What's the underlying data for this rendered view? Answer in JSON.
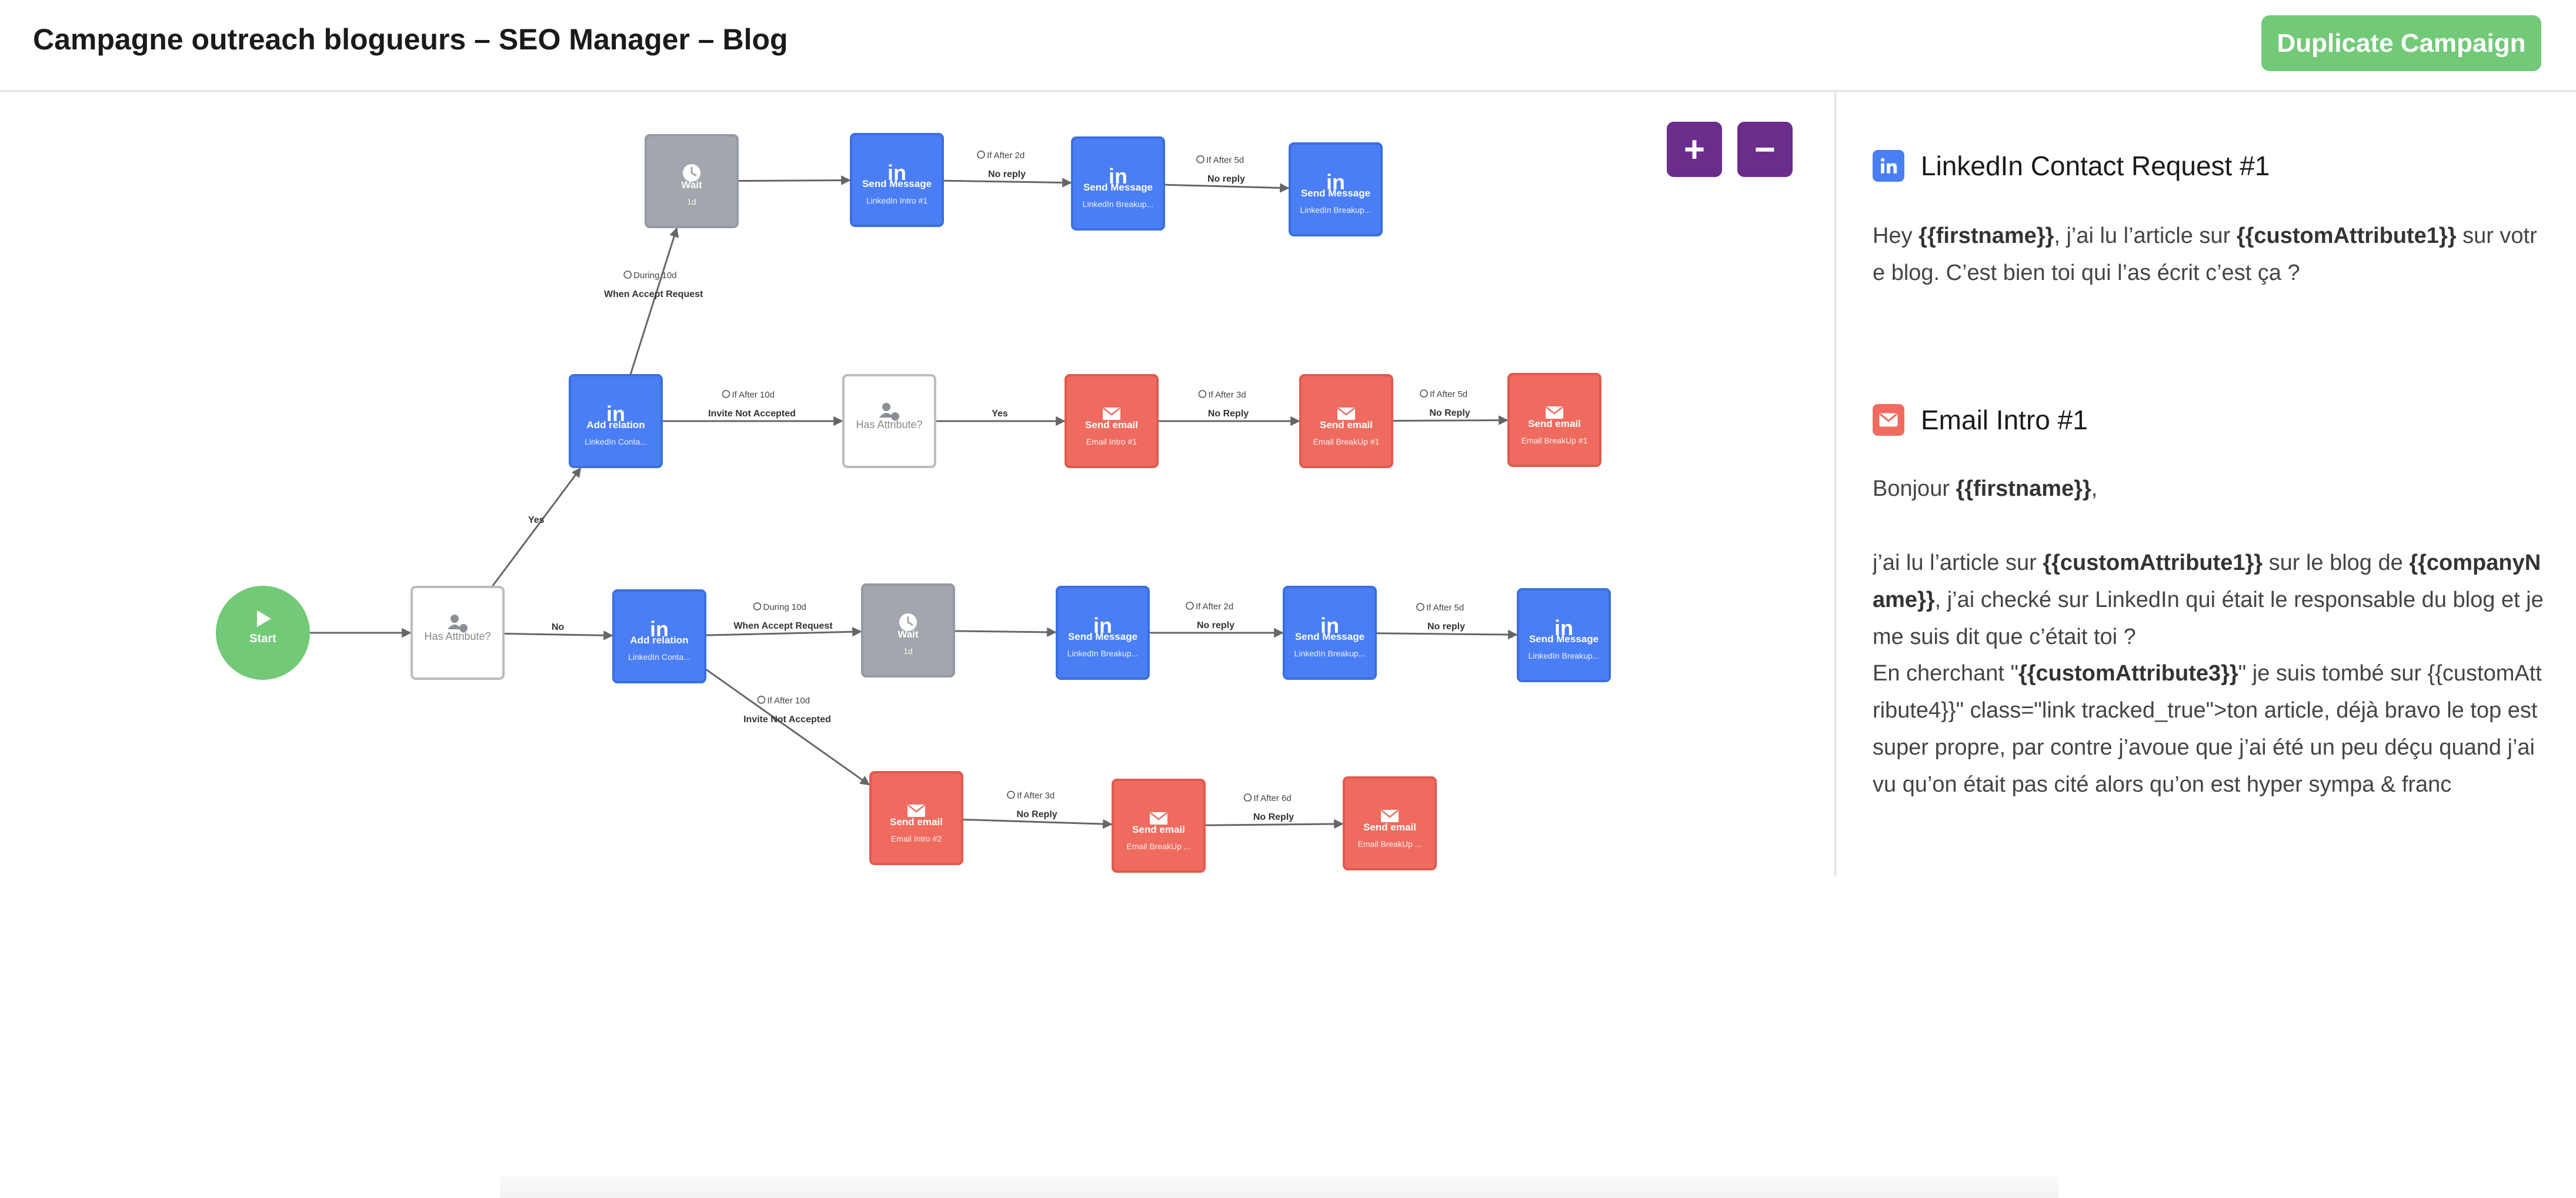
{
  "header": {
    "title": "Campagne outreach blogueurs – SEO Manager – Blog",
    "duplicate_label": "Duplicate Campaign"
  },
  "zoom": {
    "plus": "+",
    "minus": "−"
  },
  "colors": {
    "linkedin": "#4a7ef5",
    "email": "#ef6b5f",
    "wait": "#a3a7ad",
    "start": "#72c977",
    "zoom": "#6a2d8c",
    "accent_green": "#72c977"
  },
  "flow": {
    "nodes": [
      {
        "id": "start",
        "type": "start",
        "label": "Start",
        "icon": "play-icon"
      },
      {
        "id": "attr1",
        "type": "condition",
        "label": "Has Attribute?",
        "icon": "user-info-icon"
      },
      {
        "id": "addrel_top",
        "type": "linkedin",
        "label": "Add relation",
        "sub": "LinkedIn Conta...",
        "icon": "linkedin-icon"
      },
      {
        "id": "wait_top",
        "type": "wait",
        "label": "Wait",
        "sub": "1d",
        "icon": "clock-icon"
      },
      {
        "id": "msg_top1",
        "type": "linkedin",
        "label": "Send Message",
        "sub": "LinkedIn Intro #1",
        "icon": "linkedin-icon"
      },
      {
        "id": "msg_top2",
        "type": "linkedin",
        "label": "Send Message",
        "sub": "LinkedIn Breakup...",
        "icon": "linkedin-icon"
      },
      {
        "id": "msg_top3",
        "type": "linkedin",
        "label": "Send Message",
        "sub": "LinkedIn Breakup...",
        "icon": "linkedin-icon"
      },
      {
        "id": "attr2",
        "type": "condition",
        "label": "Has Attribute?",
        "icon": "user-info-icon"
      },
      {
        "id": "email_m1",
        "type": "email",
        "label": "Send email",
        "sub": "Email Intro #1",
        "icon": "mail-icon"
      },
      {
        "id": "email_m2",
        "type": "email",
        "label": "Send email",
        "sub": "Email BreakUp #1",
        "icon": "mail-icon"
      },
      {
        "id": "email_m3",
        "type": "email",
        "label": "Send email",
        "sub": "Email BreakUp #1",
        "icon": "mail-icon"
      },
      {
        "id": "addrel_low",
        "type": "linkedin",
        "label": "Add relation",
        "sub": "LinkedIn Conta...",
        "icon": "linkedin-icon"
      },
      {
        "id": "wait_low",
        "type": "wait",
        "label": "Wait",
        "sub": "1d",
        "icon": "clock-icon"
      },
      {
        "id": "msg_low1",
        "type": "linkedin",
        "label": "Send Message",
        "sub": "LinkedIn Breakup...",
        "icon": "linkedin-icon"
      },
      {
        "id": "msg_low2",
        "type": "linkedin",
        "label": "Send Message",
        "sub": "LinkedIn Breakup...",
        "icon": "linkedin-icon"
      },
      {
        "id": "msg_low3",
        "type": "linkedin",
        "label": "Send Message",
        "sub": "LinkedIn Breakup...",
        "icon": "linkedin-icon"
      },
      {
        "id": "email_b1",
        "type": "email",
        "label": "Send email",
        "sub": "Email Intro #2",
        "icon": "mail-icon"
      },
      {
        "id": "email_b2",
        "type": "email",
        "label": "Send email",
        "sub": "Email BreakUp ...",
        "icon": "mail-icon"
      },
      {
        "id": "email_b3",
        "type": "email",
        "label": "Send email",
        "sub": "Email BreakUp ...",
        "icon": "mail-icon"
      }
    ],
    "edges": [
      {
        "from": "start",
        "to": "attr1",
        "cond": "",
        "label": ""
      },
      {
        "from": "attr1",
        "to": "addrel_top",
        "cond": "",
        "label": "Yes"
      },
      {
        "from": "attr1",
        "to": "addrel_low",
        "cond": "",
        "label": "No"
      },
      {
        "from": "addrel_top",
        "to": "wait_top",
        "cond": "During 10d",
        "label": "When Accept Request"
      },
      {
        "from": "wait_top",
        "to": "msg_top1",
        "cond": "",
        "label": ""
      },
      {
        "from": "msg_top1",
        "to": "msg_top2",
        "cond": "If After 2d",
        "label": "No reply"
      },
      {
        "from": "msg_top2",
        "to": "msg_top3",
        "cond": "If After 5d",
        "label": "No reply"
      },
      {
        "from": "addrel_top",
        "to": "attr2",
        "cond": "If After 10d",
        "label": "Invite Not Accepted"
      },
      {
        "from": "attr2",
        "to": "email_m1",
        "cond": "",
        "label": "Yes"
      },
      {
        "from": "email_m1",
        "to": "email_m2",
        "cond": "If After 3d",
        "label": "No Reply"
      },
      {
        "from": "email_m2",
        "to": "email_m3",
        "cond": "If After 5d",
        "label": "No Reply"
      },
      {
        "from": "addrel_low",
        "to": "wait_low",
        "cond": "During 10d",
        "label": "When Accept Request"
      },
      {
        "from": "wait_low",
        "to": "msg_low1",
        "cond": "",
        "label": ""
      },
      {
        "from": "msg_low1",
        "to": "msg_low2",
        "cond": "If After 2d",
        "label": "No reply"
      },
      {
        "from": "msg_low2",
        "to": "msg_low3",
        "cond": "If After 5d",
        "label": "No reply"
      },
      {
        "from": "addrel_low",
        "to": "email_b1",
        "cond": "If After 10d",
        "label": "Invite Not Accepted"
      },
      {
        "from": "email_b1",
        "to": "email_b2",
        "cond": "If After 3d",
        "label": "No Reply"
      },
      {
        "from": "email_b2",
        "to": "email_b3",
        "cond": "If After 6d",
        "label": "No Reply"
      }
    ]
  },
  "panel": {
    "linkedin_section": {
      "title": "LinkedIn Contact Request #1",
      "icon": "linkedin-icon",
      "text": [
        {
          "t": "Hey "
        },
        {
          "t": "{{firstname}}",
          "b": true
        },
        {
          "t": ", j’ai lu l’article sur "
        },
        {
          "t": "{{customAttribute1}}",
          "b": true
        },
        {
          "t": " sur votre blog. C’est bien toi qui l’as écrit c’est ça ?"
        }
      ]
    },
    "email_section": {
      "title": "Email Intro #1",
      "icon": "mail-icon",
      "p1": [
        {
          "t": "Bonjour "
        },
        {
          "t": "{{firstname}}",
          "b": true
        },
        {
          "t": ","
        }
      ],
      "p2": [
        {
          "t": "j’ai lu l’article sur "
        },
        {
          "t": "{{customAttribute1}}",
          "b": true
        },
        {
          "t": " sur le blog de "
        },
        {
          "t": "{{companyName}}",
          "b": true
        },
        {
          "t": ", j’ai checké sur LinkedIn qui était le responsable du blog et je me suis dit que c’était toi ?"
        }
      ],
      "p3": [
        {
          "t": "En cherchant \""
        },
        {
          "t": "{{customAttribute3}}",
          "b": true
        },
        {
          "t": "\" je suis tombé sur {{customAttribute4}}\" class=\"link tracked_true\">ton article, déjà bravo le top est super propre, par contre j’avoue que j’ai été un peu déçu quand j’ai vu qu’on était pas cité alors qu’on est hyper sympa & franc"
        }
      ]
    }
  }
}
